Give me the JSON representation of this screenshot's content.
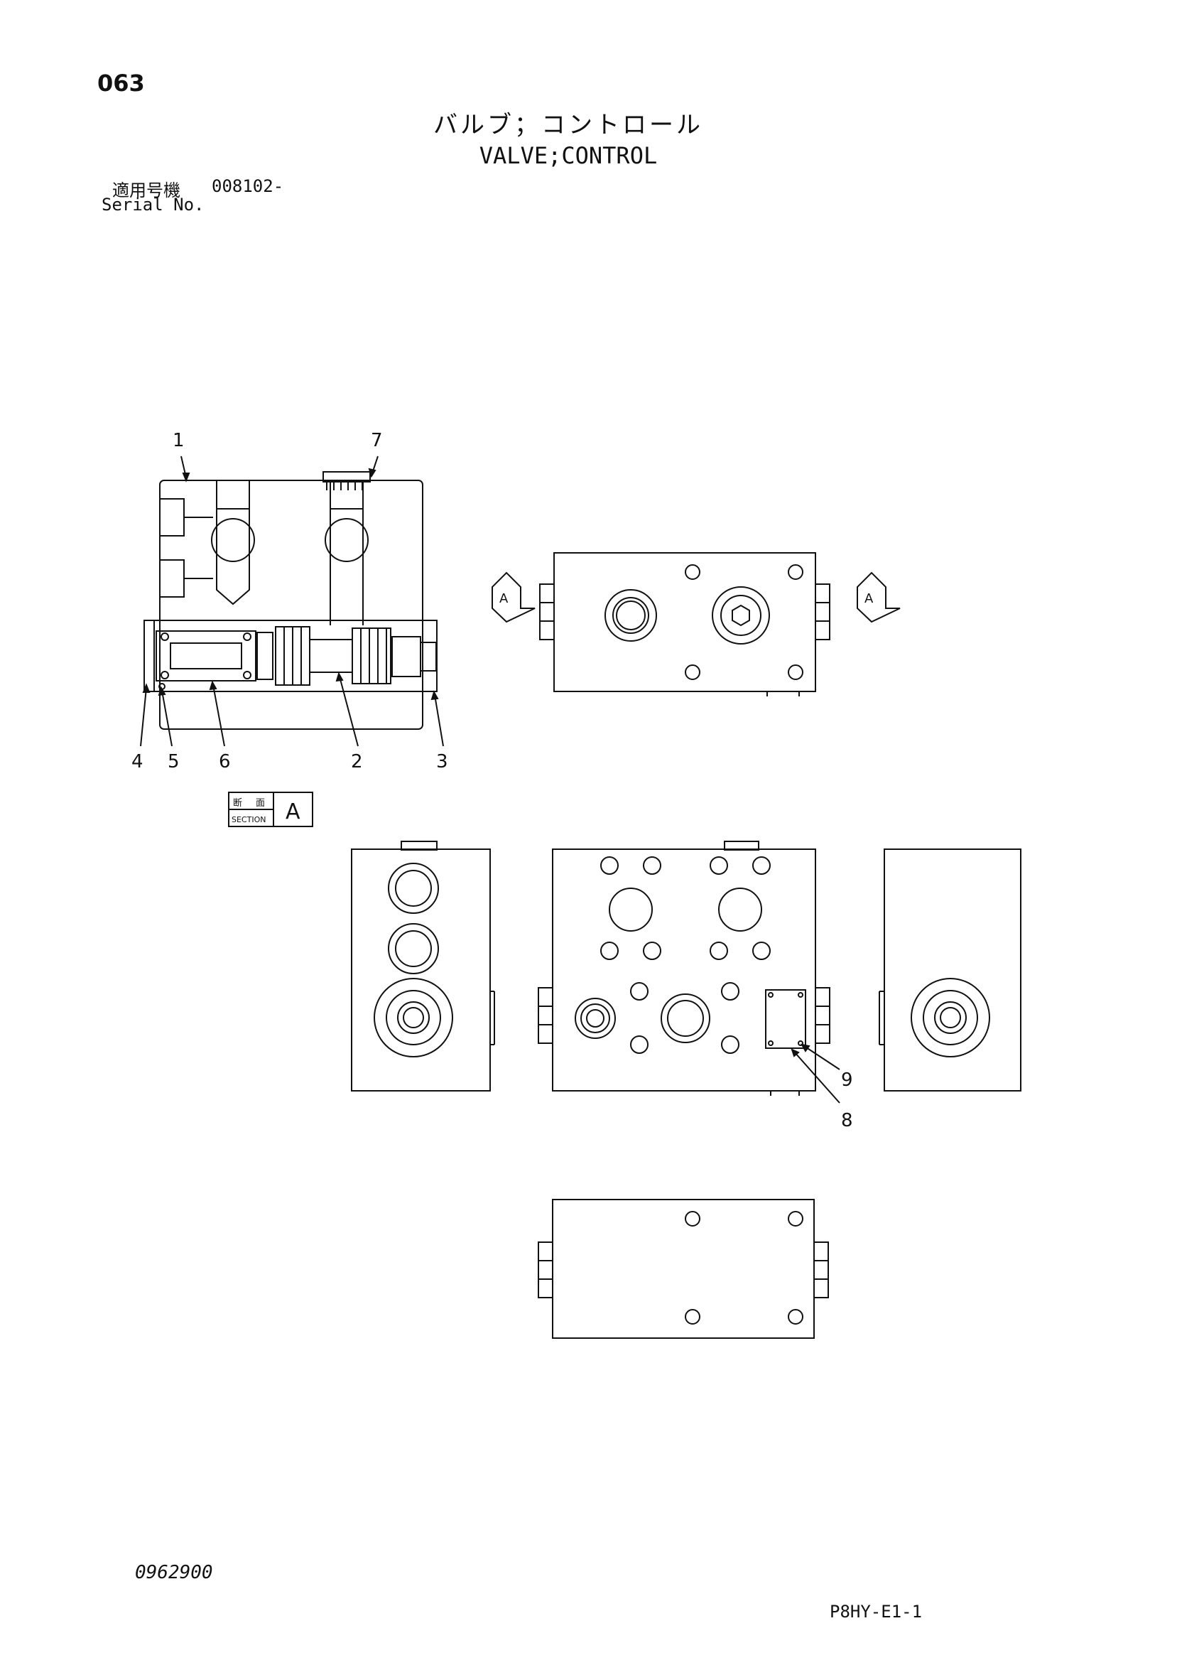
{
  "header": {
    "page_number": "063",
    "title_jp": "バルブ；コントロール",
    "title_en": "VALVE;CONTROL",
    "serial_label_jp": "適用号機",
    "serial_value": "008102-",
    "serial_label_en": "Serial No."
  },
  "callouts": [
    "1",
    "2",
    "3",
    "4",
    "5",
    "6",
    "7",
    "8",
    "9"
  ],
  "section": {
    "label_jp_1": "断",
    "label_jp_2": "面",
    "label_en": "SECTION",
    "letter": "A"
  },
  "view_marker": "A",
  "footer": {
    "document_number": "0962900",
    "page_code": "P8HY-E1-1"
  },
  "colors": {
    "ink": "#111111",
    "paper": "#ffffff"
  }
}
